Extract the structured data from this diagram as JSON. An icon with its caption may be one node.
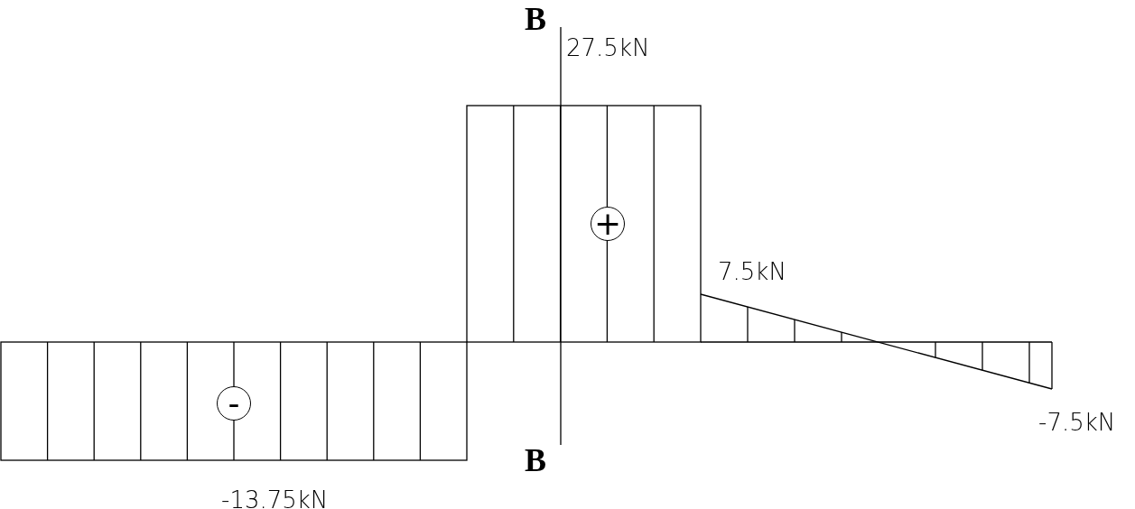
{
  "diagram": {
    "nodes": [
      {
        "text": [
          "+"
        ]
      },
      {
        "text": [
          "-"
        ]
      }
    ],
    "edges": [],
    "labels": [
      "B",
      "27.5kN",
      "7.5kN",
      "-7.5kN",
      "-13.75kN",
      "B"
    ]
  }
}
